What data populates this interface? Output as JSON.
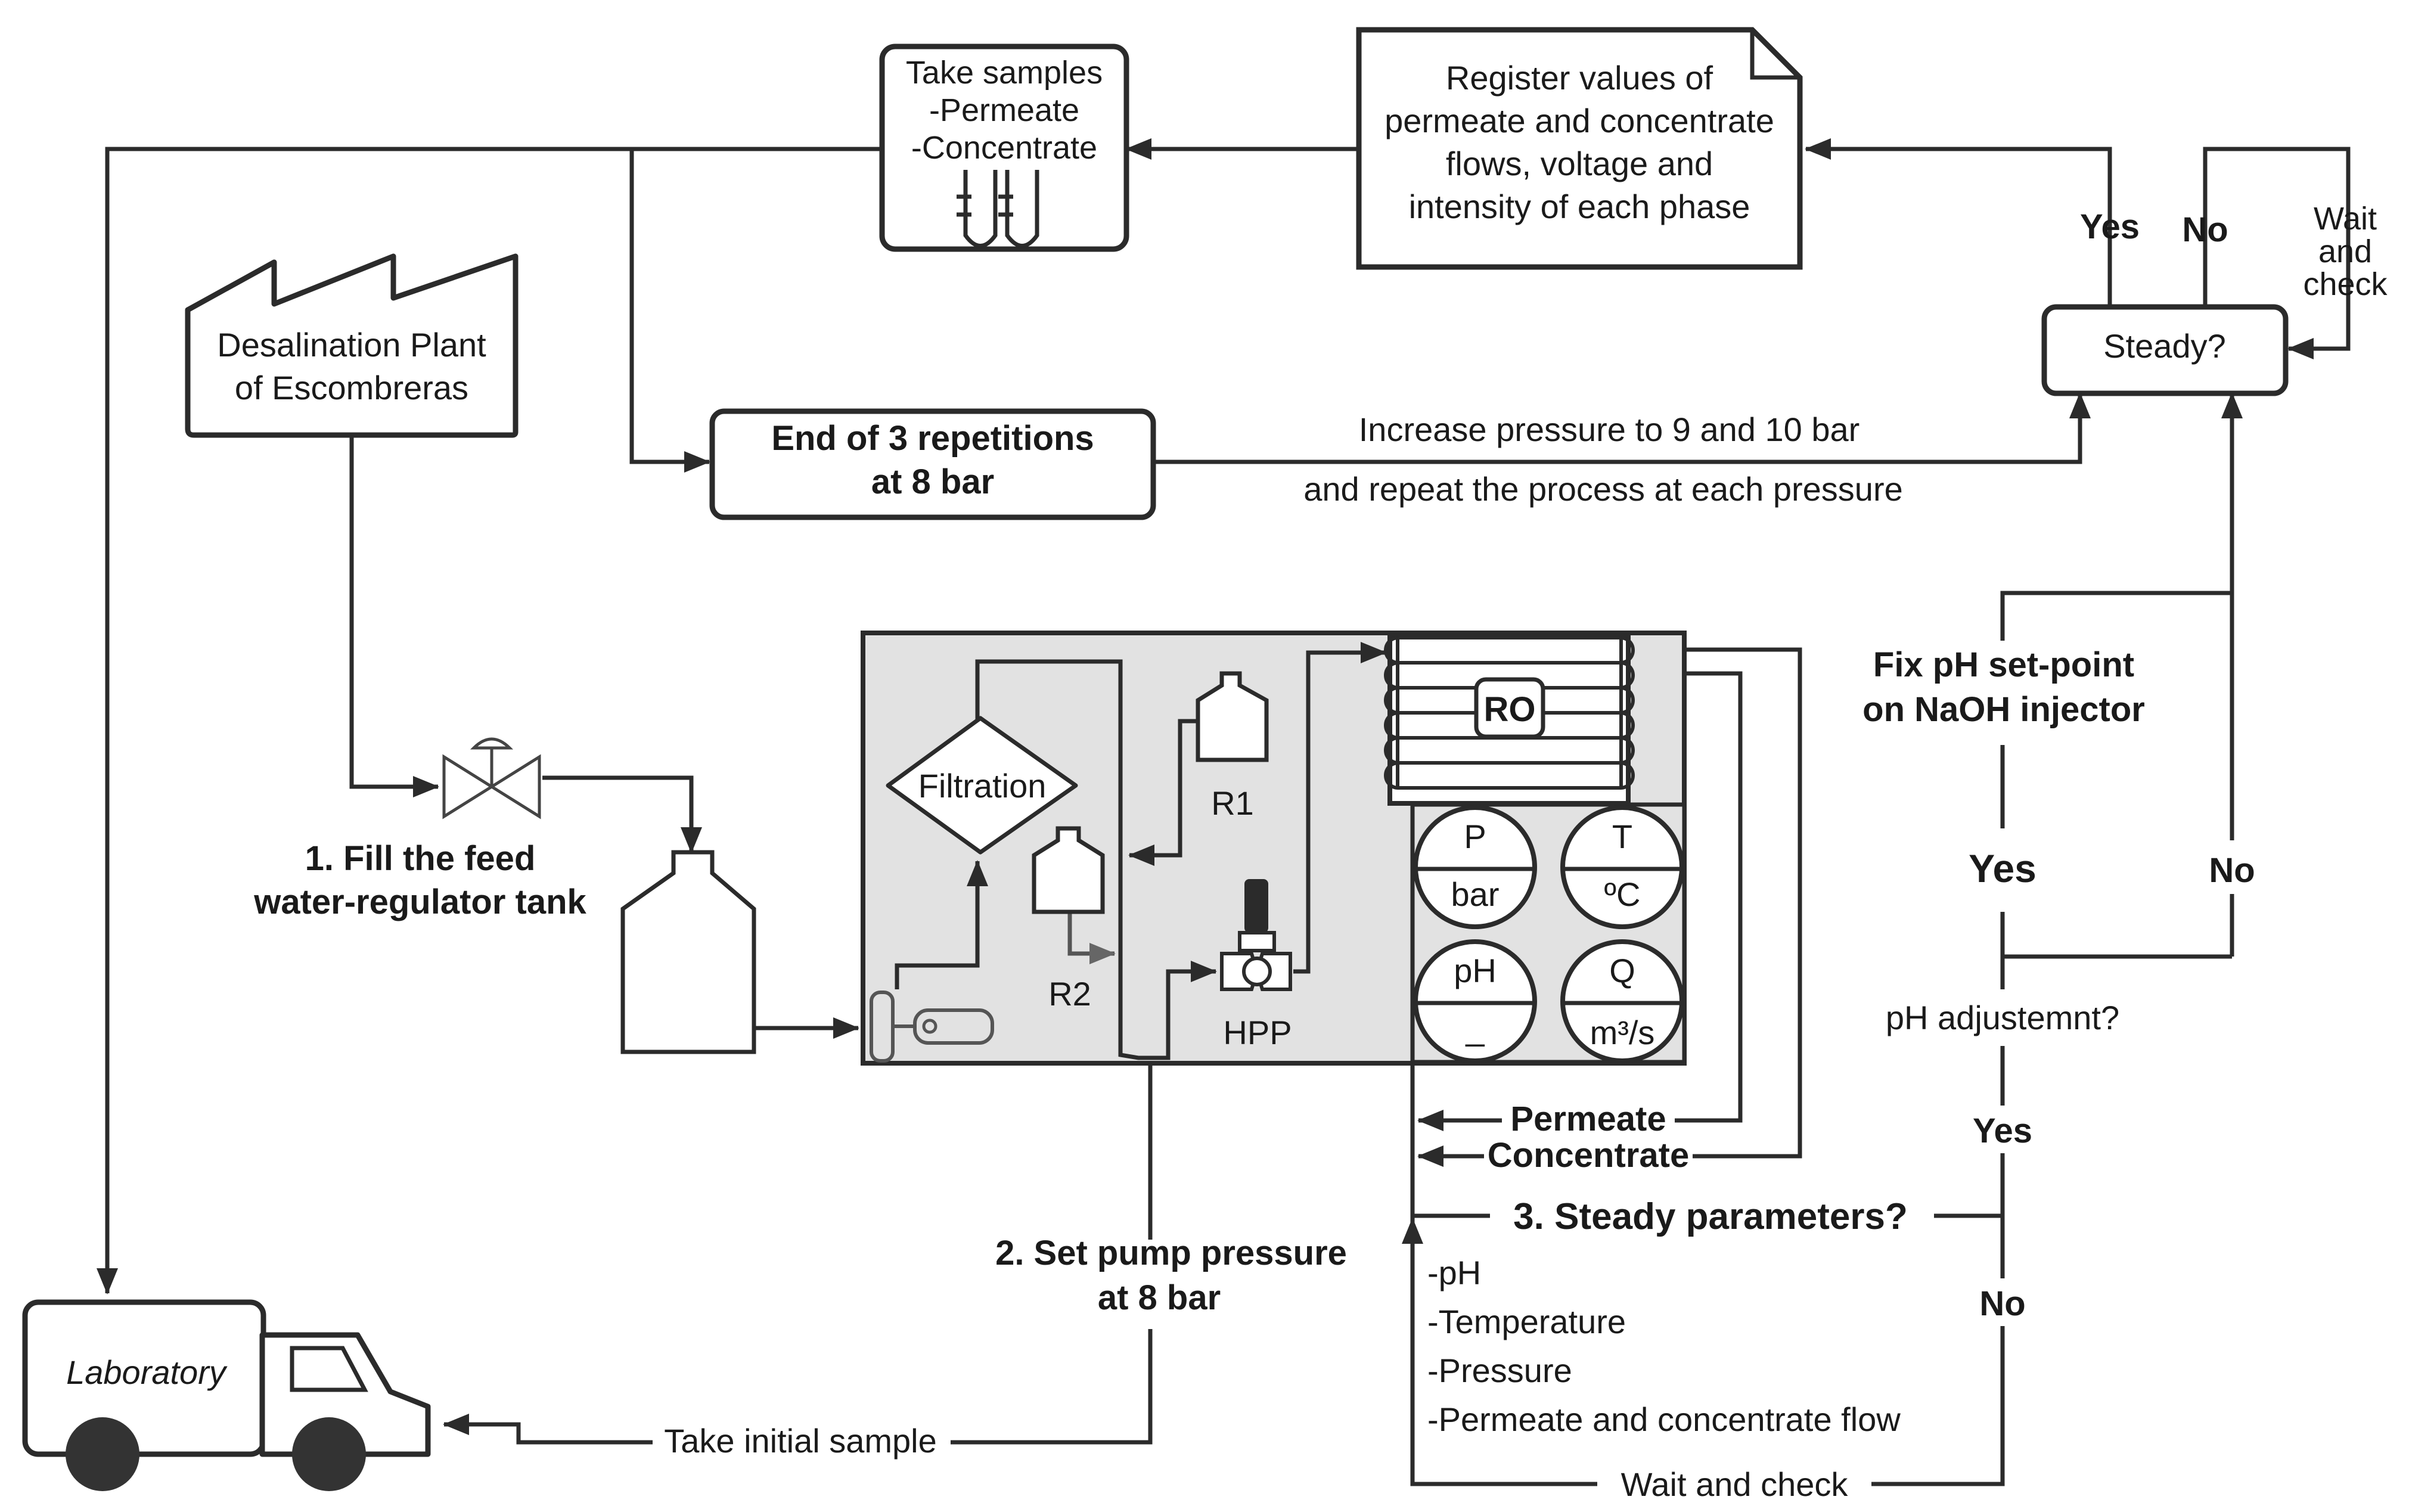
{
  "nodes": {
    "take_samples": [
      "Take samples",
      "-Permeate",
      "-Concentrate"
    ],
    "register_values": [
      "Register values of",
      "permeate and concentrate",
      "flows, voltage and",
      "intensity of each phase"
    ],
    "steady": "Steady?",
    "desalination_plant": [
      "Desalination Plant",
      "of Escombreras"
    ],
    "end_repetitions": [
      "End of 3 repetitions",
      "at 8 bar"
    ],
    "fill_tank": [
      "1. Fill the feed",
      "water-regulator tank"
    ],
    "filtration": "Filtration",
    "r1": "R1",
    "r2": "R2",
    "hpp": "HPP",
    "ro": "RO",
    "set_pump": [
      "2. Set pump pressure",
      "at 8 bar"
    ],
    "laboratory": "Laboratory",
    "fix_ph": [
      "Fix pH set-point",
      "on NaOH injector"
    ],
    "ph_adjustment": "pH adjustemnt?",
    "steady_parameters": "3. Steady parameters?",
    "parameters_list": [
      "-pH",
      "-Temperature",
      "-Pressure",
      "-Permeate and concentrate flow"
    ]
  },
  "gauges": {
    "p": {
      "top": "P",
      "bottom": "bar"
    },
    "t": {
      "top": "T",
      "bottom": "ºC"
    },
    "ph": {
      "top": "pH",
      "bottom": "_"
    },
    "q": {
      "top": "Q",
      "bottom": "m³/s"
    }
  },
  "edges": {
    "yes_top": "Yes",
    "no_top": "No",
    "wait_check_top": [
      "Wait",
      "and",
      "check"
    ],
    "increase_pressure": "Increase pressure to 9 and 10 bar",
    "repeat_process": "and repeat the process at each pressure",
    "yes_fix": "Yes",
    "no_fix": "No",
    "yes_steady": "Yes",
    "no_steady": "No",
    "permeate": "Permeate",
    "concentrate": "Concentrate",
    "take_initial_sample": "Take initial sample",
    "wait_and_check": "Wait and check"
  },
  "colors": {
    "stroke": "#2b2b2b",
    "panel_fill": "#e2e2e2",
    "wheel": "#333333"
  }
}
